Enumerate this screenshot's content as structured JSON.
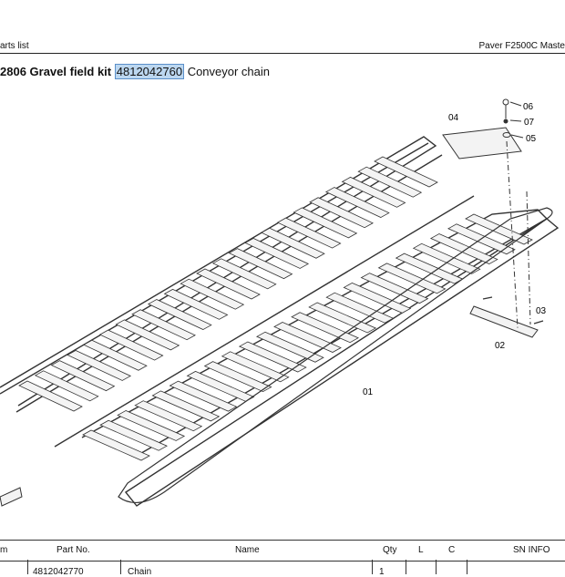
{
  "header": {
    "left": "arts list",
    "right": "Paver F2500C Maste"
  },
  "title": {
    "group": "2806 Gravel field kit",
    "part_no": "4812042760",
    "name": "Conveyor chain"
  },
  "callouts": [
    "06",
    "07",
    "05",
    "04",
    "03",
    "02",
    "01"
  ],
  "table": {
    "headers": [
      "m",
      "Part No.",
      "Name",
      "Qty",
      "L",
      "C",
      "SN INFO"
    ],
    "rows": [
      {
        "part_no": "4812042770",
        "name": "Chain",
        "qty": "1"
      }
    ]
  }
}
